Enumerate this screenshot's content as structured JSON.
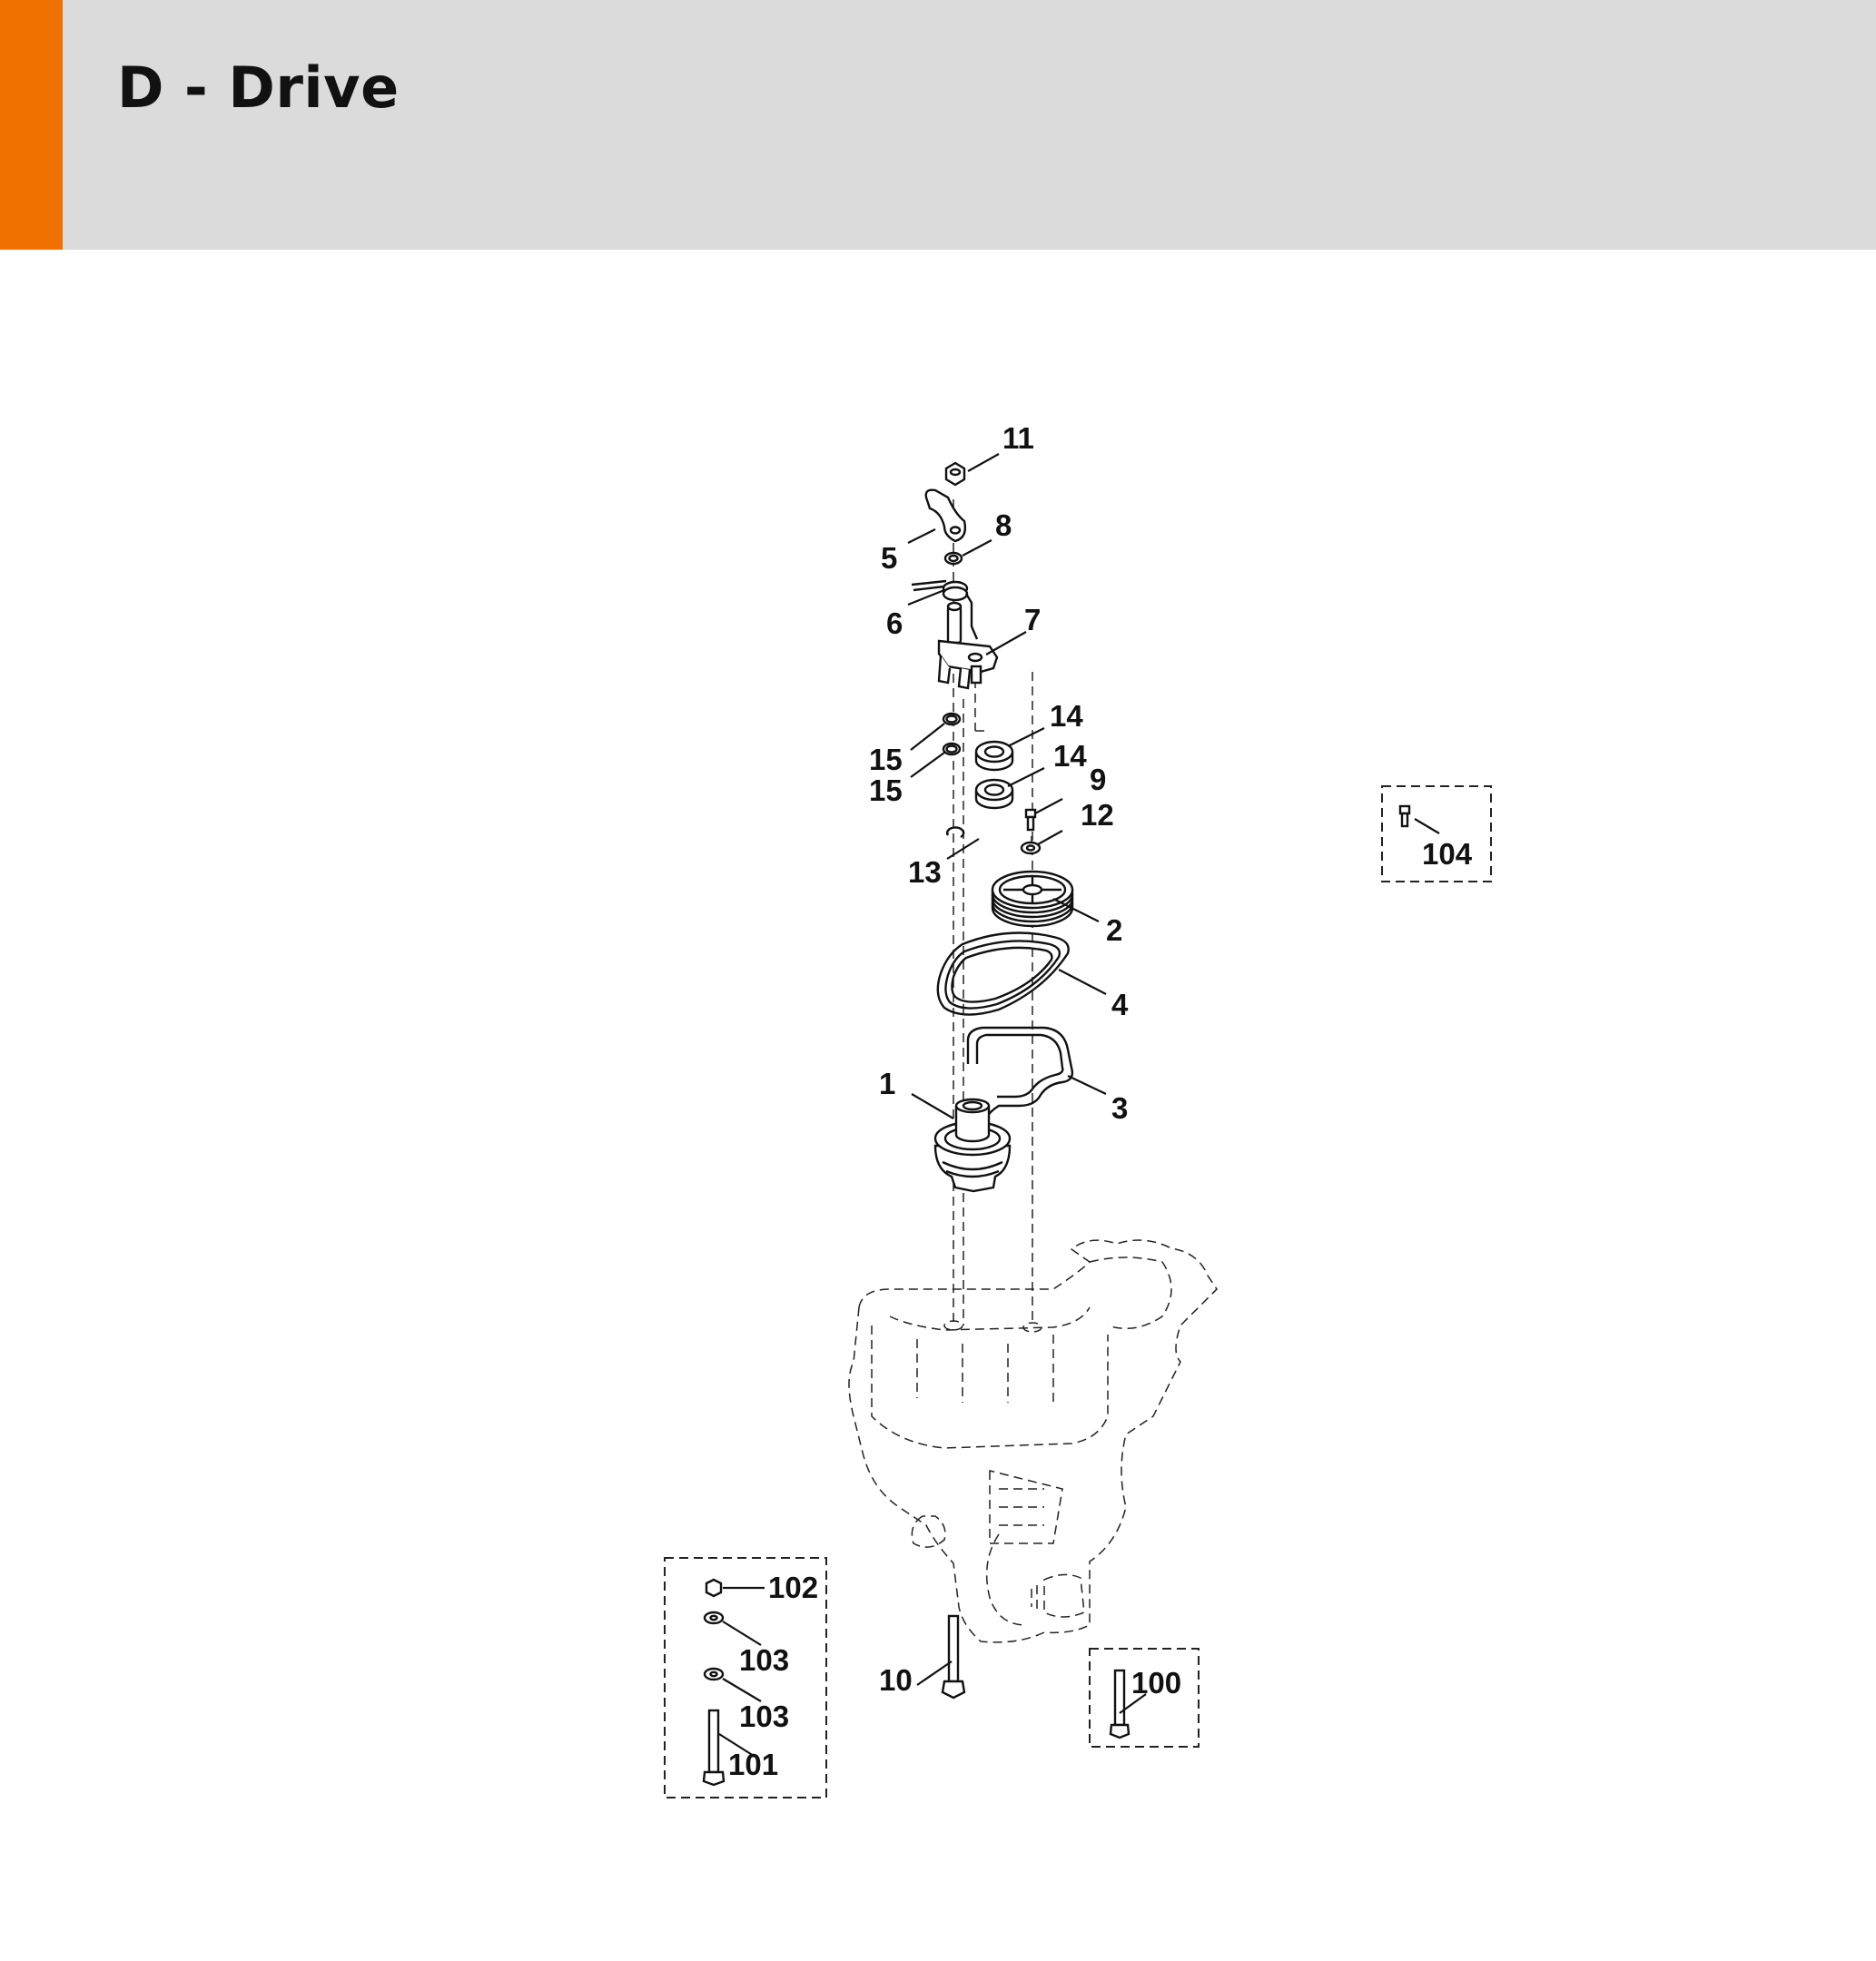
{
  "header": {
    "title": "D - Drive",
    "background_color": "#dadbda",
    "accent_color": "#f07000"
  },
  "diagram": {
    "callouts": [
      {
        "id": "11",
        "label": "11"
      },
      {
        "id": "5",
        "label": "5"
      },
      {
        "id": "8",
        "label": "8"
      },
      {
        "id": "6",
        "label": "6"
      },
      {
        "id": "7",
        "label": "7"
      },
      {
        "id": "14a",
        "label": "14"
      },
      {
        "id": "15a",
        "label": "15"
      },
      {
        "id": "14b",
        "label": "14"
      },
      {
        "id": "15b",
        "label": "15"
      },
      {
        "id": "9",
        "label": "9"
      },
      {
        "id": "12",
        "label": "12"
      },
      {
        "id": "13",
        "label": "13"
      },
      {
        "id": "2",
        "label": "2"
      },
      {
        "id": "4",
        "label": "4"
      },
      {
        "id": "1",
        "label": "1"
      },
      {
        "id": "3",
        "label": "3"
      },
      {
        "id": "104",
        "label": "104"
      },
      {
        "id": "102",
        "label": "102"
      },
      {
        "id": "103a",
        "label": "103"
      },
      {
        "id": "103b",
        "label": "103"
      },
      {
        "id": "101",
        "label": "101"
      },
      {
        "id": "10",
        "label": "10"
      },
      {
        "id": "100",
        "label": "100"
      }
    ]
  }
}
